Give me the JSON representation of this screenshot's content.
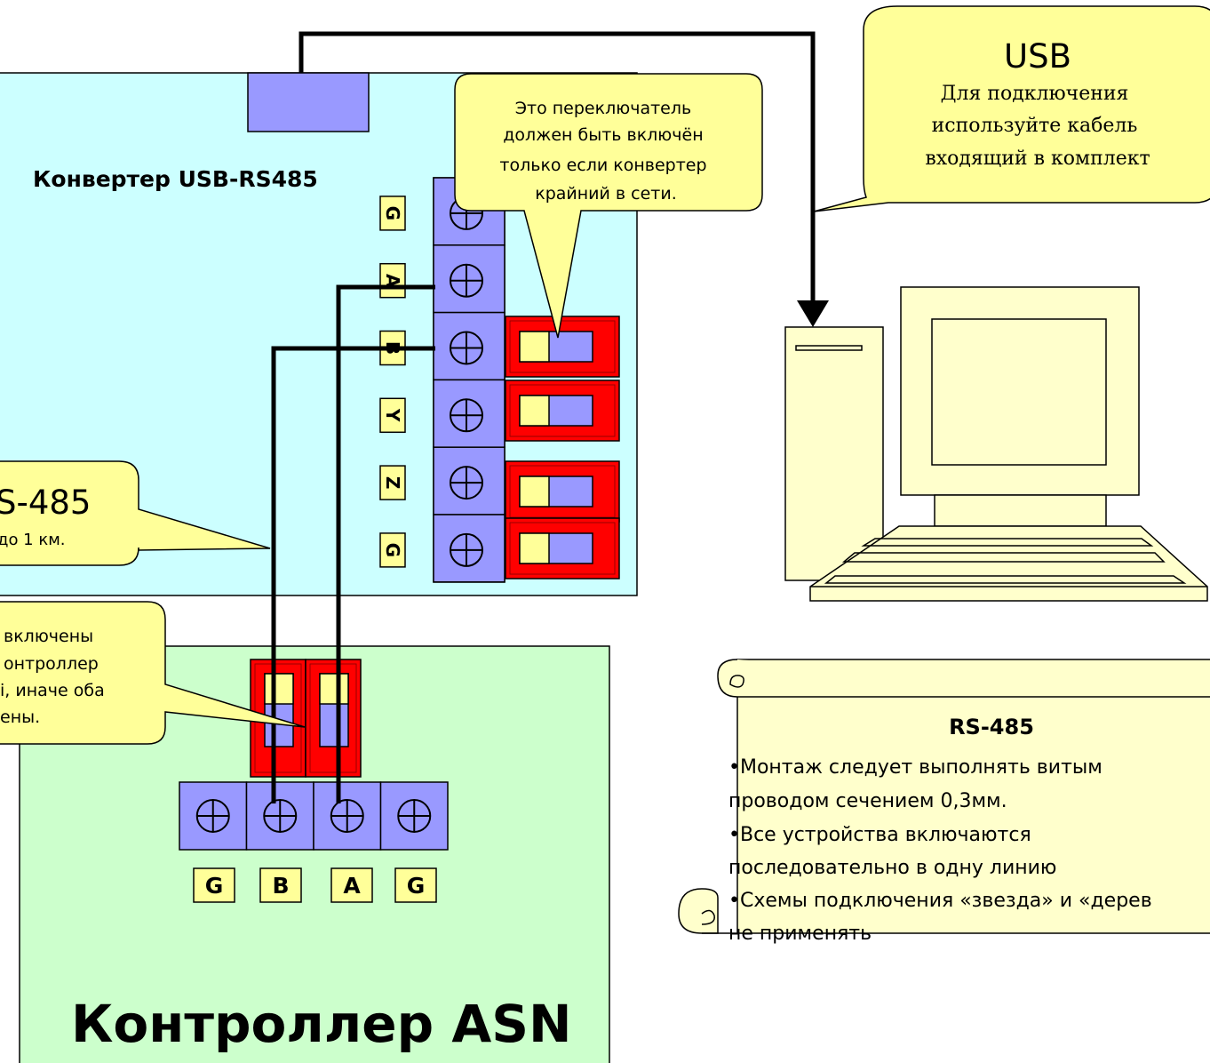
{
  "converter": {
    "title": "Конвертер USB-RS485",
    "pin_labels": [
      "G",
      "A",
      "B",
      "Y",
      "Z",
      "G"
    ]
  },
  "controller": {
    "title": "Контроллер ASN",
    "pin_labels": [
      "G",
      "B",
      "A",
      "G"
    ]
  },
  "callouts": {
    "switch_note": [
      "Это переключатель",
      "должен быть включён",
      "только если конвертер",
      "крайний в сети."
    ],
    "usb_title": "USB",
    "usb_note": [
      "Для подключения",
      "используйте кабель",
      "входящий в комплект"
    ],
    "rs485_title": "S-485",
    "rs485_note": "до 1 км.",
    "controller_note": [
      "включены",
      "онтроллер",
      "і, иначе оба",
      "ены."
    ]
  },
  "scroll": {
    "title": "RS-485",
    "lines": [
      "•Монтаж следует выполнять витым",
      "проводом сечением 0,3мм.",
      "•Все устройства включаются",
      "последовательно в одну линию",
      "•Схемы подключения «звезда» и «дерев",
      "не применять"
    ]
  },
  "colors": {
    "converter_board": "#ccffff",
    "controller_board": "#ccffcc",
    "terminal": "#9999ff",
    "pin_label": "#ffff99",
    "switch": "#ff0000",
    "callout": "#ffff99",
    "computer": "#ffffcc",
    "wire": "#000000"
  }
}
